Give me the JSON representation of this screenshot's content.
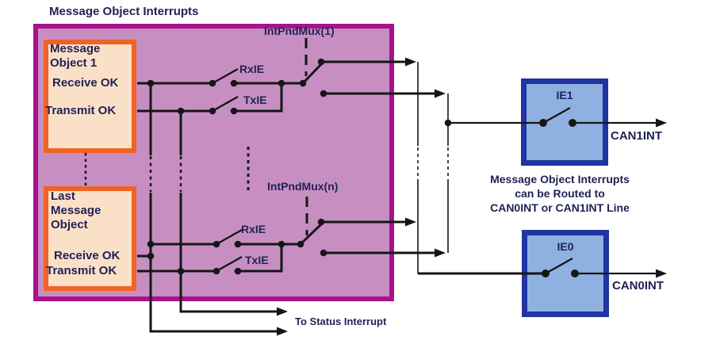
{
  "title": "Message Object Interrupts",
  "message_object_1": {
    "name_line1": "Message",
    "name_line2": "Object 1",
    "receive_ok": "Receive OK",
    "transmit_ok": "Transmit OK"
  },
  "last_message_object": {
    "name_line1": "Last",
    "name_line2": "Message",
    "name_line3": "Object",
    "receive_ok": "Receive OK",
    "transmit_ok": "Transmit OK"
  },
  "mux1": {
    "label": "IntPndMux(1)",
    "rx_enable_label": "RxIE",
    "tx_enable_label": "TxIE"
  },
  "muxn": {
    "label": "IntPndMux(n)",
    "rx_enable_label": "RxIE",
    "tx_enable_label": "TxIE"
  },
  "ie1": {
    "label": "IE1",
    "output_label": "CAN1INT"
  },
  "ie0": {
    "label": "IE0",
    "output_label": "CAN0INT"
  },
  "status_interrupt_label": "To Status Interrupt",
  "routing_note": {
    "line1": "Message Object Interrupts",
    "line2": "can be Routed to",
    "line3": "CAN0INT or CAN1INT Line"
  },
  "colors": {
    "outer_border": "#a8128c",
    "outer_fill": "#c78fc1",
    "message_box_border": "#ef6325",
    "message_box_fill": "#fbe0c8",
    "ie_box_border": "#2233a2",
    "ie_box_fill": "#8fb1e1",
    "text": "#1f2156",
    "wire": "#161616"
  }
}
